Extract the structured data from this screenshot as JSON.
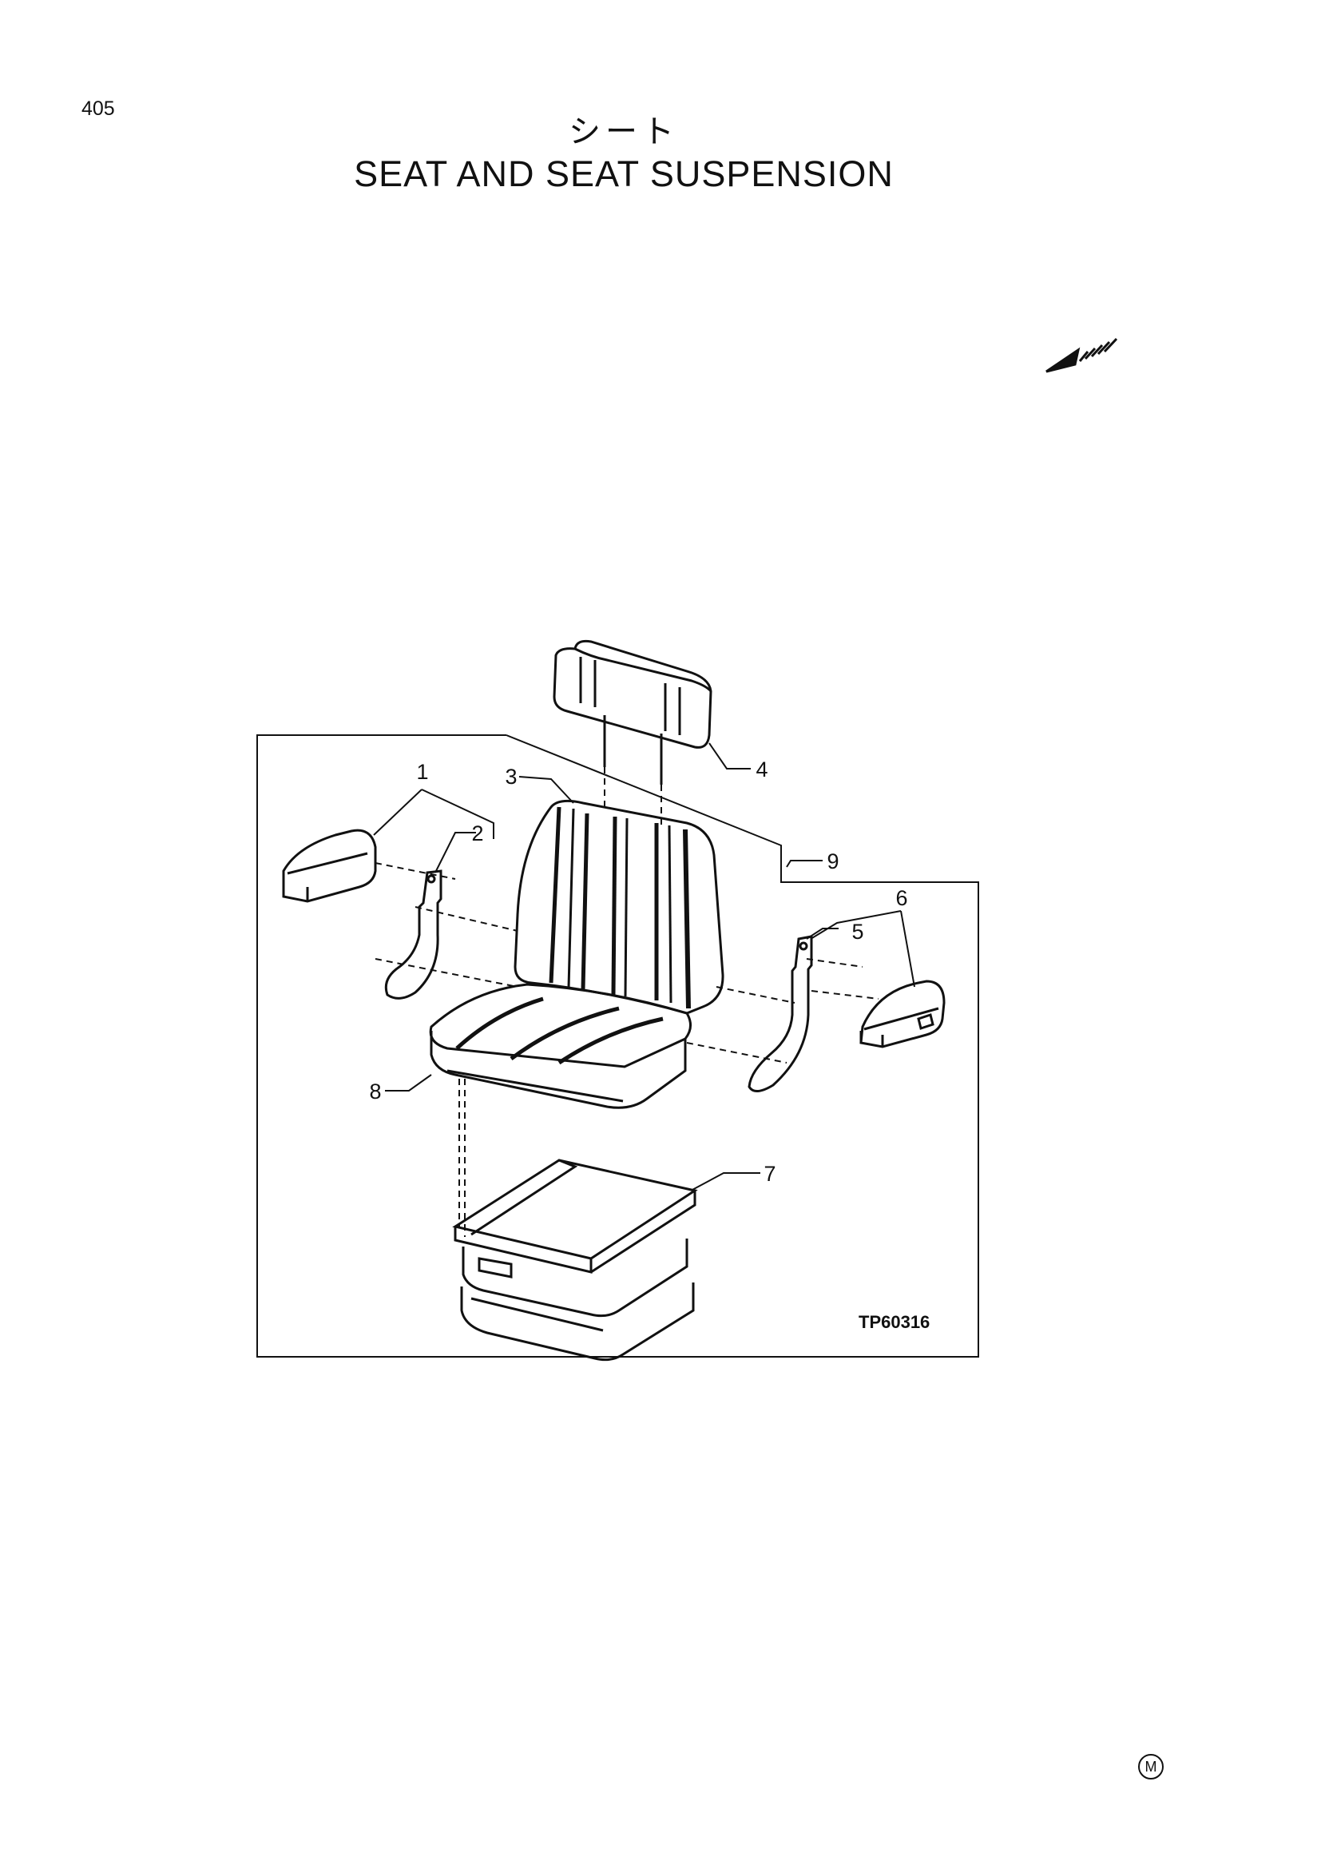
{
  "header": {
    "page_number": "405",
    "title_jp": "シート",
    "title_en": "SEAT AND SEAT SUSPENSION"
  },
  "diagram": {
    "drawing_code": "TP60316",
    "callouts": [
      "1",
      "2",
      "3",
      "4",
      "5",
      "6",
      "7",
      "8",
      "9"
    ]
  },
  "footer": {
    "mark": "M"
  },
  "icons": {
    "orientation_arrow": "direction-arrow-icon"
  }
}
